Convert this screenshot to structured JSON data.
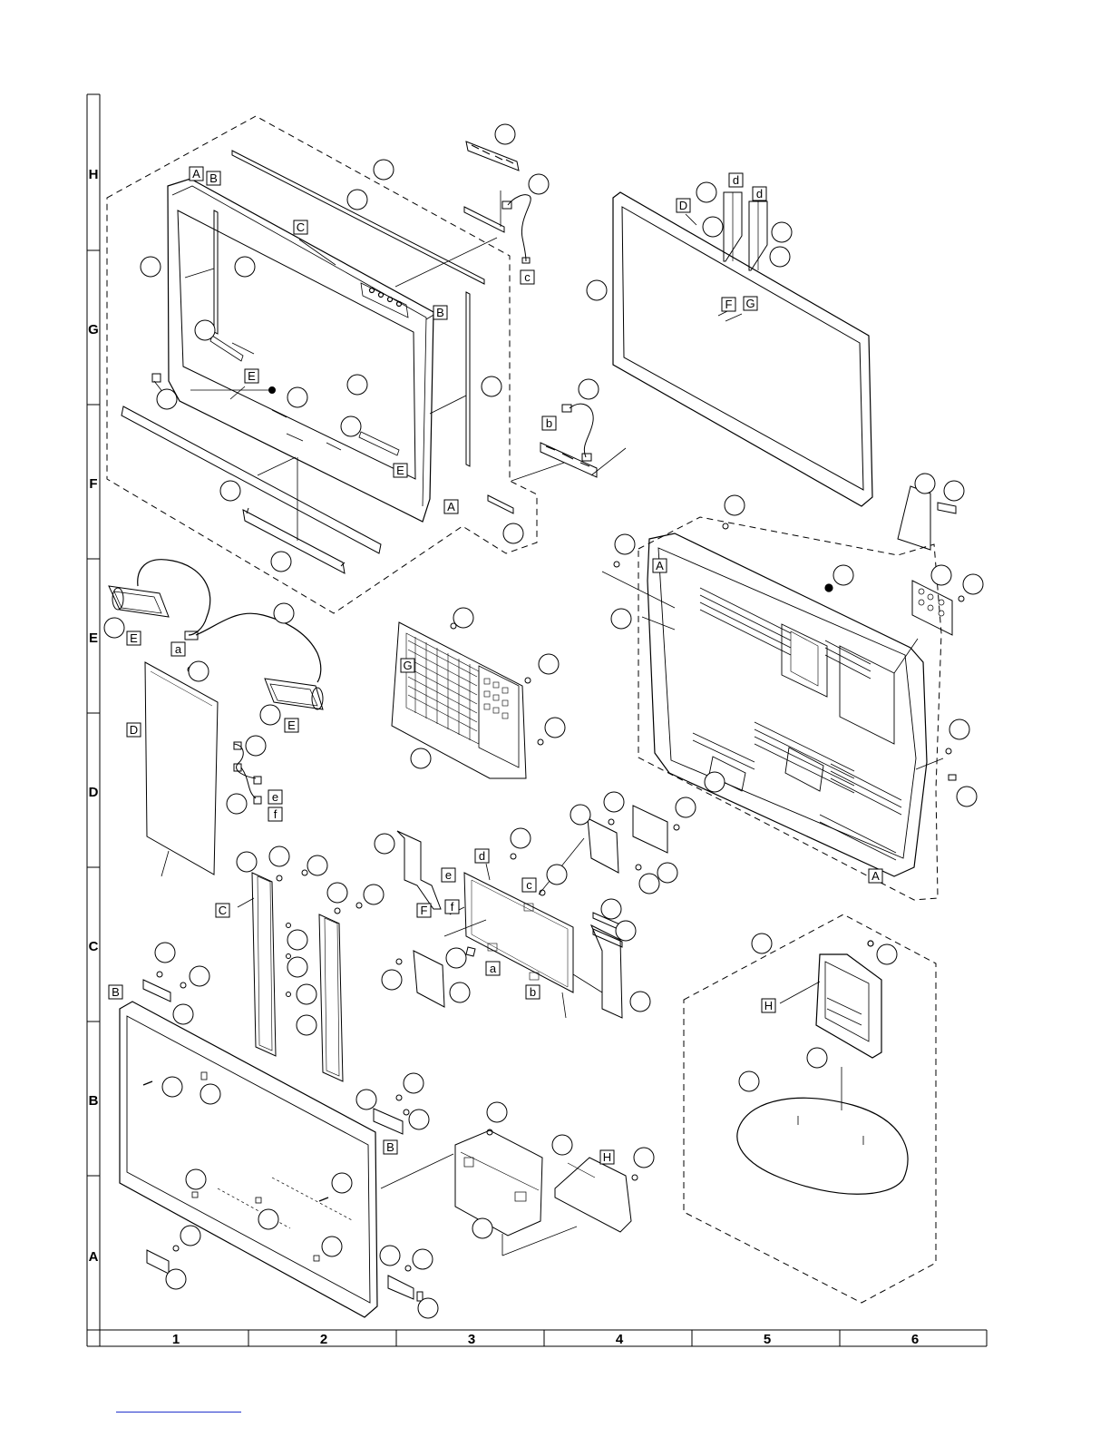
{
  "grid": {
    "rows": [
      "H",
      "G",
      "F",
      "E",
      "D",
      "C",
      "B",
      "A"
    ],
    "columns": [
      "1",
      "2",
      "3",
      "4",
      "5",
      "6"
    ]
  },
  "callouts": [
    {
      "id": "c1",
      "text": "A"
    },
    {
      "id": "c2",
      "text": "B"
    },
    {
      "id": "c3",
      "text": "C"
    },
    {
      "id": "c4",
      "text": "B"
    },
    {
      "id": "c5",
      "text": "E"
    },
    {
      "id": "c6",
      "text": "E"
    },
    {
      "id": "c7",
      "text": "A"
    },
    {
      "id": "c8",
      "text": "c"
    },
    {
      "id": "c9",
      "text": "b"
    },
    {
      "id": "c10",
      "text": "D"
    },
    {
      "id": "c11",
      "text": "d"
    },
    {
      "id": "c12",
      "text": "d"
    },
    {
      "id": "c13",
      "text": "F"
    },
    {
      "id": "c14",
      "text": "G"
    },
    {
      "id": "c15",
      "text": "A"
    },
    {
      "id": "c16",
      "text": "E"
    },
    {
      "id": "c17",
      "text": "a"
    },
    {
      "id": "c18",
      "text": "E"
    },
    {
      "id": "c19",
      "text": "G"
    },
    {
      "id": "c20",
      "text": "D"
    },
    {
      "id": "c21",
      "text": "e"
    },
    {
      "id": "c22",
      "text": "f"
    },
    {
      "id": "c23",
      "text": "d"
    },
    {
      "id": "c24",
      "text": "e"
    },
    {
      "id": "c25",
      "text": "F"
    },
    {
      "id": "c26",
      "text": "f"
    },
    {
      "id": "c27",
      "text": "c"
    },
    {
      "id": "c28",
      "text": "a"
    },
    {
      "id": "c29",
      "text": "b"
    },
    {
      "id": "c30",
      "text": "A"
    },
    {
      "id": "c31",
      "text": "C"
    },
    {
      "id": "c32",
      "text": "B"
    },
    {
      "id": "c33",
      "text": "B"
    },
    {
      "id": "c34",
      "text": "H"
    },
    {
      "id": "c35",
      "text": "H"
    }
  ]
}
